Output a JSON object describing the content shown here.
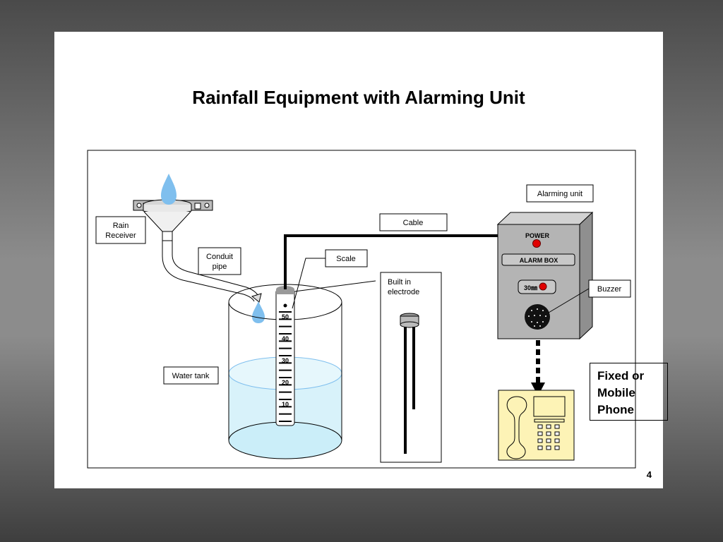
{
  "slide": {
    "title": "Rainfall Equipment with Alarming Unit",
    "page_number": "4"
  },
  "labels": {
    "rain_receiver": [
      "Rain",
      "Receiver"
    ],
    "conduit_pipe": [
      "Conduit",
      "pipe"
    ],
    "water_tank": "Water tank",
    "scale": "Scale",
    "cable": "Cable",
    "built_in_electrode": [
      "Built in",
      "electrode"
    ],
    "alarming_unit": "Alarming unit",
    "buzzer": "Buzzer",
    "fixed_or_mobile_phone": "Fixed or\nMobile\nPhone"
  },
  "alarm_box": {
    "power_label": "POWER",
    "box_label": "ALARM BOX",
    "threshold_label": "30㎜"
  },
  "scale_ticks": [
    "50",
    "40",
    "30",
    "20",
    "10"
  ],
  "colors": {
    "water_drop": "#7fbfee",
    "water": "#d8f2fa",
    "alarm_box_face": "#b4b4b4",
    "indicator_red": "#e00000",
    "phone_body": "#fdf3b6"
  }
}
